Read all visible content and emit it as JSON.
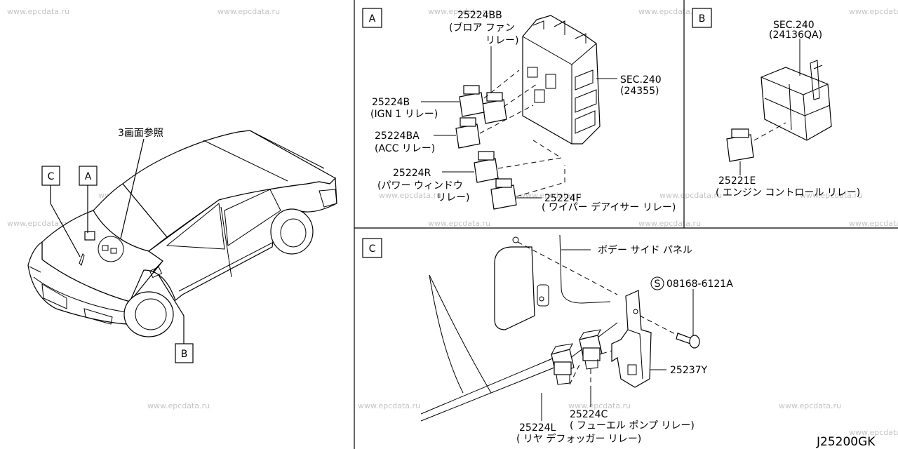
{
  "watermark": "www.epcdata.ru",
  "diagram_code": "J25200GK",
  "overview": {
    "callout_A": "A",
    "callout_B": "B",
    "callout_C": "C",
    "note": "3画面参照"
  },
  "panel_A": {
    "tag": "A",
    "sec_label": "SEC.240",
    "sec_sub": "(24355)",
    "parts": [
      {
        "number": "25224BB",
        "desc": [
          "(ブロア ファン",
          "リレー)"
        ]
      },
      {
        "number": "25224B",
        "desc": [
          "(IGN 1 リレー)"
        ]
      },
      {
        "number": "25224BA",
        "desc": [
          "(ACC リレー)"
        ]
      },
      {
        "number": "25224R",
        "desc": [
          "(パワー ウィンドウ",
          "リレー)"
        ]
      },
      {
        "number": "25224F",
        "desc": [
          "( ワイパー デアイサー リレー)"
        ]
      }
    ]
  },
  "panel_B": {
    "tag": "B",
    "sec_label": "SEC.240",
    "sec_sub": "(24136QA)",
    "part_number": "25221E",
    "part_desc": "( エンジン コントロール リレー)"
  },
  "panel_C": {
    "tag": "C",
    "panel_label": "ボデー サイド パネル",
    "bolt_prefix": "S",
    "bolt_number": "08168-6121A",
    "bracket": "25237Y",
    "relay_C_number": "25224C",
    "relay_C_desc": "( フューエル ポンプ リレー)",
    "relay_L_number": "25224L",
    "relay_L_desc": "( リヤ デフォッガー リレー)"
  }
}
